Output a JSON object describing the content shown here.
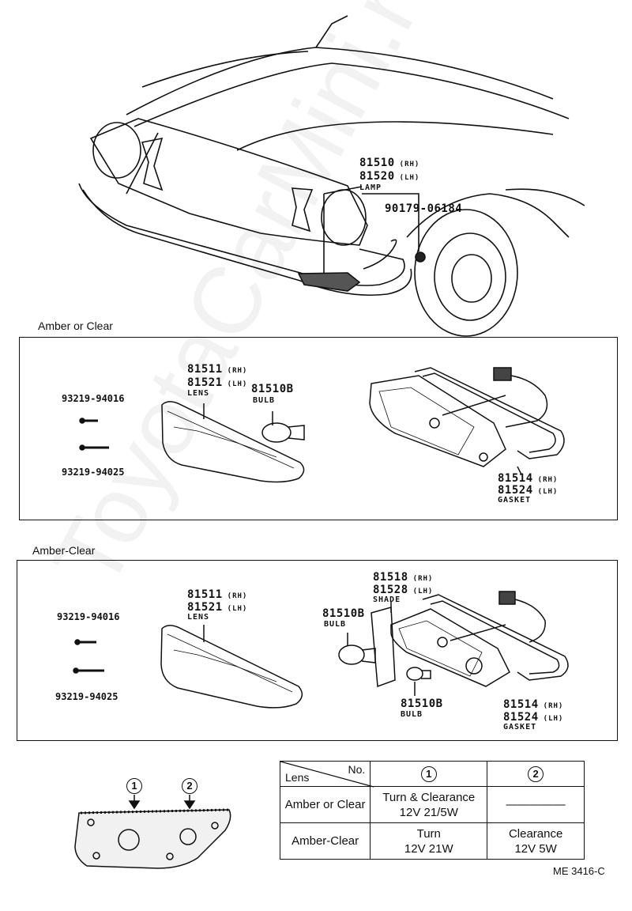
{
  "watermark": "ToyotaCarMini.ru",
  "top": {
    "lamp_rh_pn": "81510",
    "lamp_rh_side": "(RH)",
    "lamp_lh_pn": "81520",
    "lamp_lh_side": "(LH)",
    "lamp_name": "LAMP",
    "nut_pn": "90179-06184"
  },
  "section1": {
    "title": "Amber or Clear",
    "screw1": "93219-94016",
    "screw2": "93219-94025",
    "lens_rh_pn": "81511",
    "lens_rh_side": "(RH)",
    "lens_lh_pn": "81521",
    "lens_lh_side": "(LH)",
    "lens_name": "LENS",
    "bulb_pn": "81510B",
    "bulb_name": "BULB",
    "gasket_rh_pn": "81514",
    "gasket_rh_side": "(RH)",
    "gasket_lh_pn": "81524",
    "gasket_lh_side": "(LH)",
    "gasket_name": "GASKET"
  },
  "section2": {
    "title": "Amber-Clear",
    "screw1": "93219-94016",
    "screw2": "93219-94025",
    "lens_rh_pn": "81511",
    "lens_rh_side": "(RH)",
    "lens_lh_pn": "81521",
    "lens_lh_side": "(LH)",
    "lens_name": "LENS",
    "shade_rh_pn": "81518",
    "shade_rh_side": "(RH)",
    "shade_lh_pn": "81528",
    "shade_lh_side": "(LH)",
    "shade_name": "SHADE",
    "bulb1_pn": "81510B",
    "bulb1_name": "BULB",
    "bulb2_pn": "81510B",
    "bulb2_name": "BULB",
    "gasket_rh_pn": "81514",
    "gasket_rh_side": "(RH)",
    "gasket_lh_pn": "81524",
    "gasket_lh_side": "(LH)",
    "gasket_name": "GASKET"
  },
  "key_diagram": {
    "marker1": "1",
    "marker2": "2"
  },
  "spec_table": {
    "header_lens": "Lens",
    "header_no": "No.",
    "col1": "1",
    "col2": "2",
    "rows": [
      {
        "lens": "Amber or Clear",
        "c1_line1": "Turn & Clearance",
        "c1_line2": "12V 21/5W",
        "c2_line1": "—————",
        "c2_line2": ""
      },
      {
        "lens": "Amber-Clear",
        "c1_line1": "Turn",
        "c1_line2": "12V 21W",
        "c2_line1": "Clearance",
        "c2_line2": "12V 5W"
      }
    ]
  },
  "figure_code": "ME 3416-C"
}
